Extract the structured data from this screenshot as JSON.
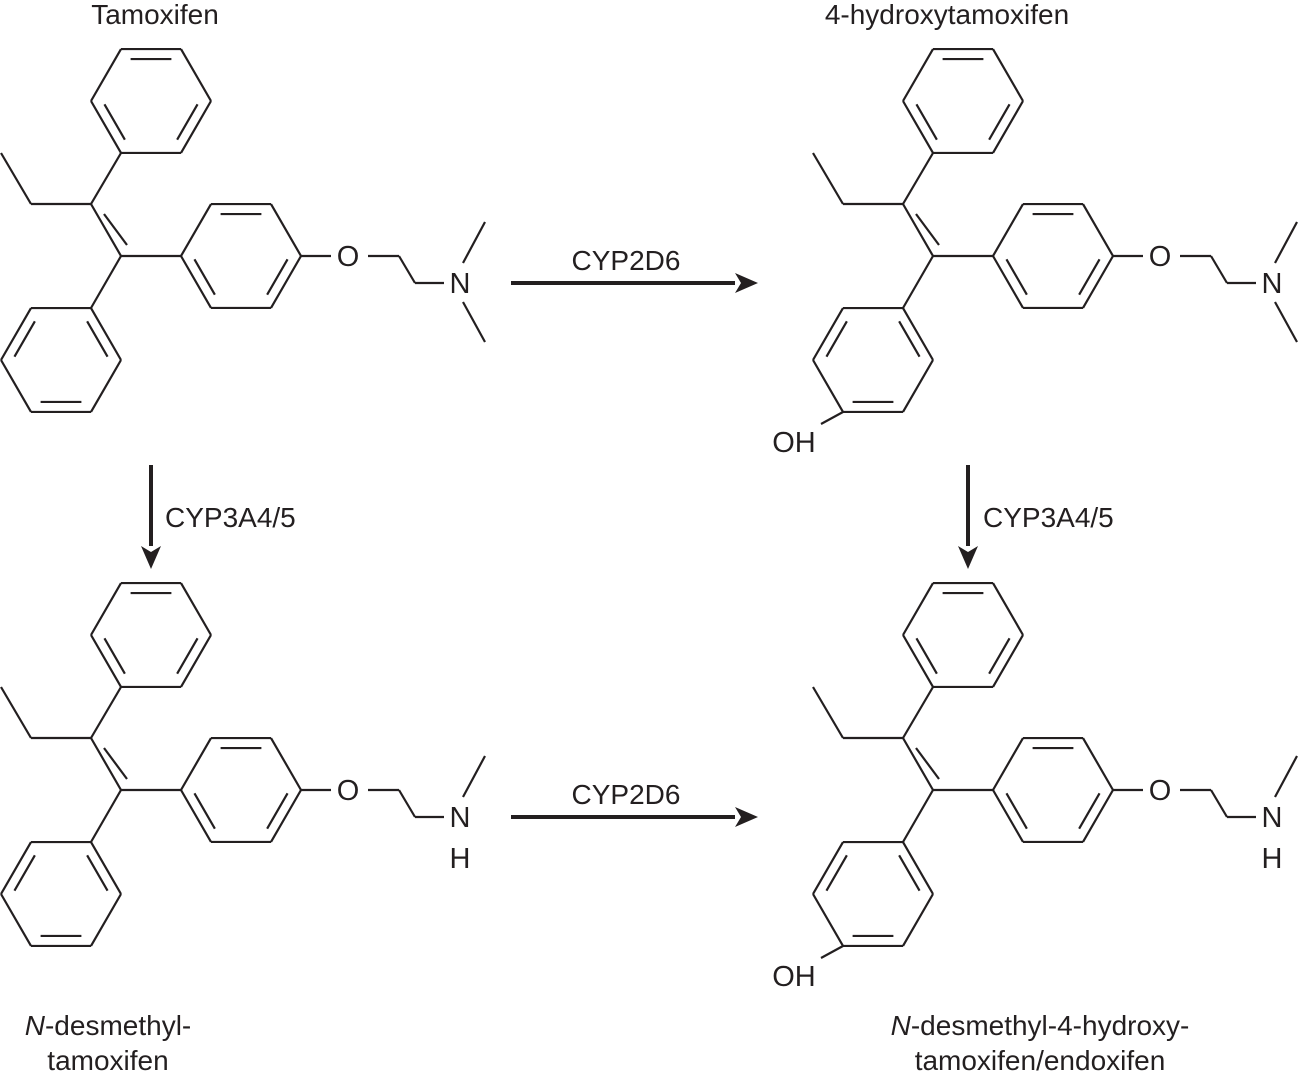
{
  "diagram": {
    "type": "metabolic-pathway",
    "compounds": [
      {
        "id": "tamoxifen",
        "name": "Tamoxifen",
        "label_lines": [
          {
            "italic": "",
            "text": "Tamoxifen"
          }
        ],
        "amine": "dimethyl",
        "hydroxy": false,
        "atoms": {
          "oxygen": "O",
          "nitrogen": "N"
        }
      },
      {
        "id": "4-hydroxytamoxifen",
        "name": "4-hydroxytamoxifen",
        "label_lines": [
          {
            "italic": "",
            "text": "4-hydroxytamoxifen"
          }
        ],
        "amine": "dimethyl",
        "hydroxy": true,
        "atoms": {
          "oxygen": "O",
          "nitrogen": "N",
          "hydroxyl": "OH"
        }
      },
      {
        "id": "n-desmethyl-tamoxifen",
        "name": "N-desmethyl-tamoxifen",
        "label_lines": [
          {
            "italic": "N",
            "text": "-desmethyl-"
          },
          {
            "italic": "",
            "text": "tamoxifen"
          }
        ],
        "amine": "monomethyl",
        "hydroxy": false,
        "atoms": {
          "oxygen": "O",
          "nitrogen": "N",
          "hydrogen": "H"
        }
      },
      {
        "id": "endoxifen",
        "name": "N-desmethyl-4-hydroxy-tamoxifen/endoxifen",
        "label_lines": [
          {
            "italic": "N",
            "text": "-desmethyl-4-hydroxy-"
          },
          {
            "italic": "",
            "text": "tamoxifen/endoxifen"
          }
        ],
        "amine": "monomethyl",
        "hydroxy": true,
        "atoms": {
          "oxygen": "O",
          "nitrogen": "N",
          "hydrogen": "H",
          "hydroxyl": "OH"
        }
      }
    ],
    "reactions": [
      {
        "from": "tamoxifen",
        "to": "4-hydroxytamoxifen",
        "enzyme": "CYP2D6",
        "direction": "right"
      },
      {
        "from": "tamoxifen",
        "to": "n-desmethyl-tamoxifen",
        "enzyme": "CYP3A4/5",
        "direction": "down"
      },
      {
        "from": "4-hydroxytamoxifen",
        "to": "endoxifen",
        "enzyme": "CYP3A4/5",
        "direction": "down"
      },
      {
        "from": "n-desmethyl-tamoxifen",
        "to": "endoxifen",
        "enzyme": "CYP2D6",
        "direction": "right"
      }
    ],
    "colors": {
      "ink": "#231f20",
      "background": "#ffffff"
    }
  }
}
